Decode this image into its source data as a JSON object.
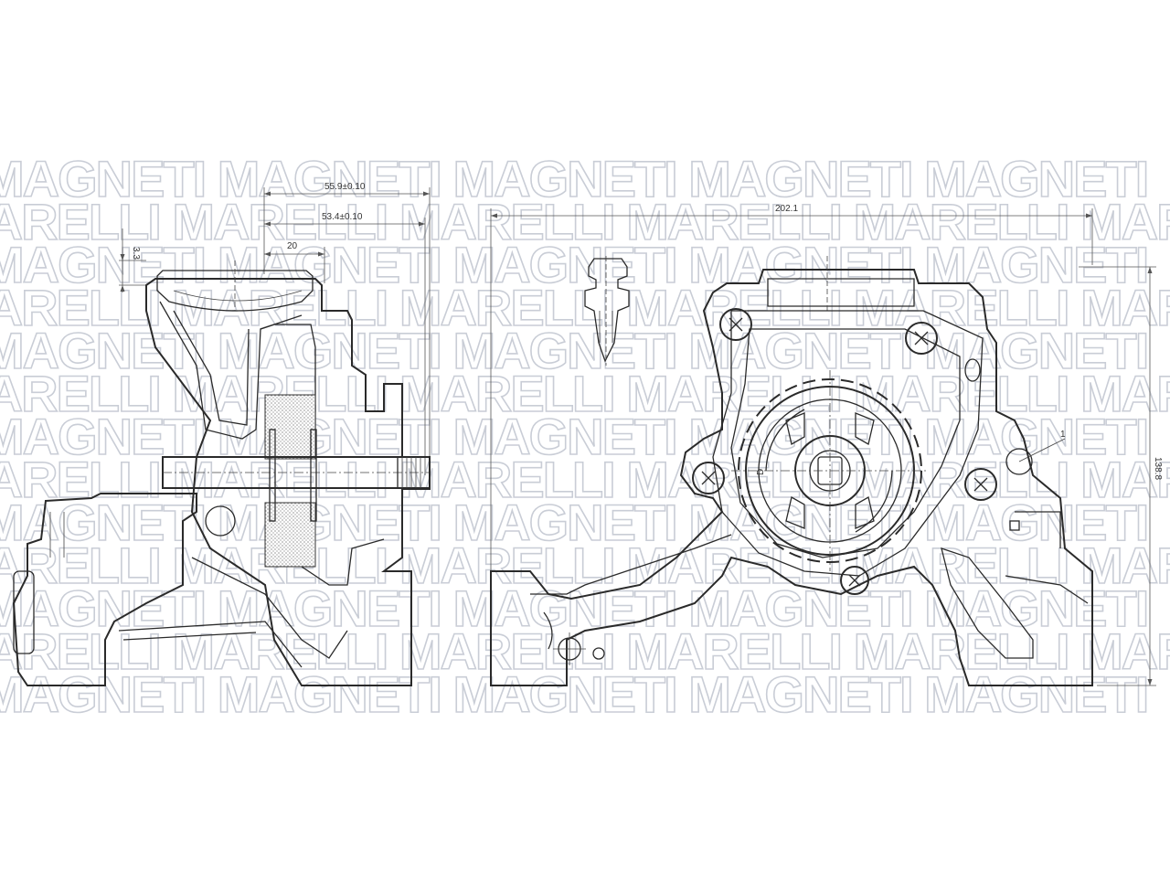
{
  "watermark": {
    "line_a": "MAGNETI MAGNETI MAGNETI MAGNETI MAGNETI",
    "line_b": "MARELLI MARELLI MARELLI MARELLI MARELLI MARELLI",
    "color": "#c9cdd6"
  },
  "side_view": {
    "dim_overall": "55.9±0.10",
    "dim_inner": "53.4±0.10",
    "dim_flange": "20",
    "dim_lip": "3.3"
  },
  "front_view": {
    "dim_width": "202.1",
    "dim_height": "138.8",
    "label_arrow": "1",
    "label_rot": "D"
  },
  "colors": {
    "line": "#2a2a2a",
    "background": "#ffffff"
  }
}
